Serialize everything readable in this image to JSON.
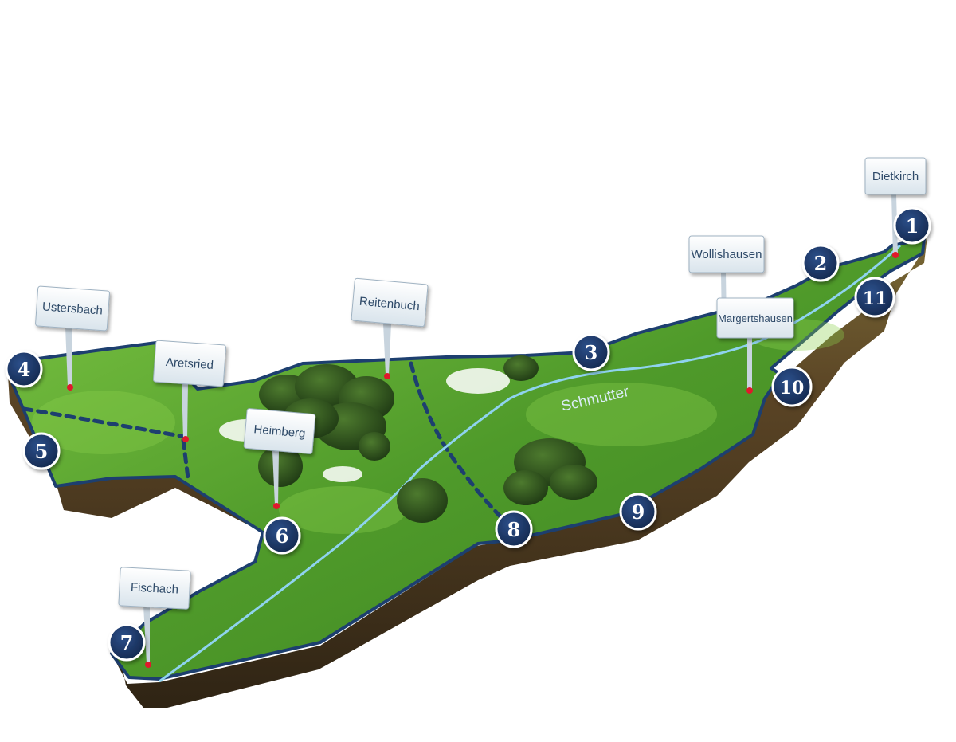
{
  "map": {
    "river_label": "Schmutter",
    "colors": {
      "grass": "#4f9a2a",
      "grass_light": "#7cc443",
      "soil": "#5a4425",
      "border": "#1d3f6f",
      "river": "#8fd3ef",
      "badge": "#1c3766",
      "pin": "#e0192b"
    },
    "places": [
      {
        "id": "dietkirch",
        "name": "Dietkirch"
      },
      {
        "id": "wollishausen",
        "name": "Wollishausen"
      },
      {
        "id": "margertshausen",
        "name": "Margertshausen"
      },
      {
        "id": "reitenbuch",
        "name": "Reitenbuch"
      },
      {
        "id": "ustersbach",
        "name": "Ustersbach"
      },
      {
        "id": "aretsried",
        "name": "Aretsried"
      },
      {
        "id": "heimberg",
        "name": "Heimberg"
      },
      {
        "id": "fischach",
        "name": "Fischach"
      }
    ],
    "markers": [
      "1",
      "2",
      "3",
      "4",
      "5",
      "6",
      "7",
      "8",
      "9",
      "10",
      "11"
    ]
  }
}
